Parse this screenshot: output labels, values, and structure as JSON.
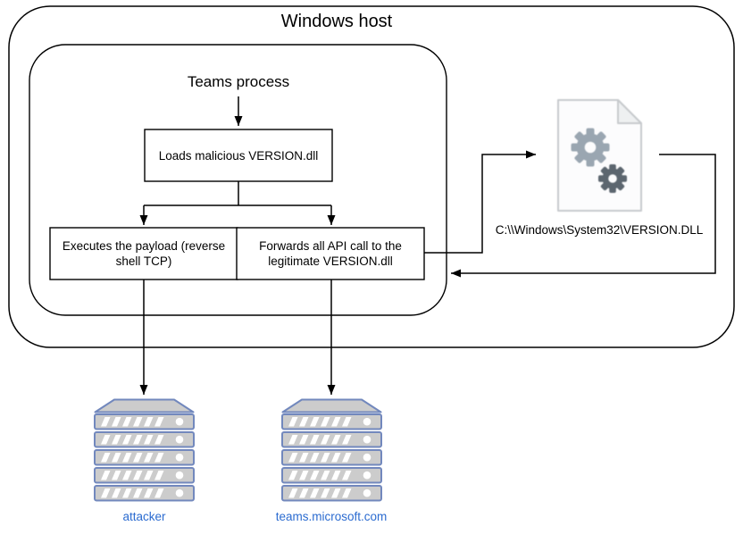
{
  "diagram": {
    "outer_label": "Windows host",
    "inner_label": "Teams process",
    "nodes": {
      "load_dll": "Loads malicious VERSION.dll",
      "execute_payload": "Executes the payload (reverse shell TCP)",
      "forward_api": "Forwards all API call to the legitimate VERSION.dll"
    },
    "dll_file": {
      "caption": "C:\\\\Windows\\System32\\VERSION.DLL",
      "icon": "file-gears-icon"
    },
    "servers": [
      {
        "label": "attacker",
        "icon": "server-stack-icon"
      },
      {
        "label": "teams.microsoft.com",
        "icon": "server-stack-icon"
      }
    ],
    "colors": {
      "line": "#000000",
      "box_fill": "#ffffff",
      "server_border": "#7288bd",
      "server_fill": "#cccccc",
      "server_stripe": "#ffffff",
      "label_blue": "#2b6bd0",
      "gear_light": "#9aa6b1",
      "gear_dark": "#5c666f",
      "file_border": "#c7cacd",
      "file_fill": "#fcfcfd"
    }
  }
}
